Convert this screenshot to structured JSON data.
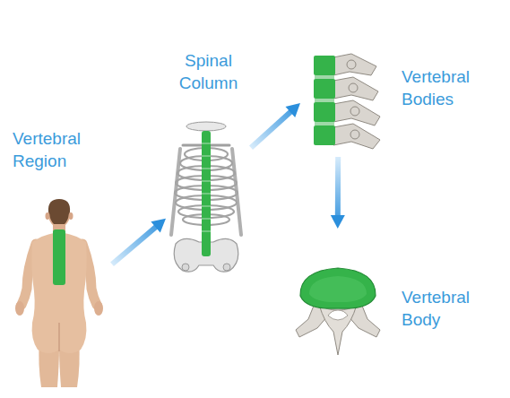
{
  "diagram": {
    "nodes": [
      {
        "text": [
          "Vertebral Region"
        ]
      },
      {
        "text": [
          "Spinal Column"
        ]
      },
      {
        "text": [
          "Vertebral Bodies"
        ]
      },
      {
        "text": [
          "Vertebral Body"
        ]
      }
    ],
    "edges": [
      {
        "from": 0,
        "to": 1,
        "arrow": "to"
      },
      {
        "from": 1,
        "to": 2,
        "arrow": "to"
      },
      {
        "from": 2,
        "to": 3,
        "arrow": "to"
      }
    ]
  }
}
